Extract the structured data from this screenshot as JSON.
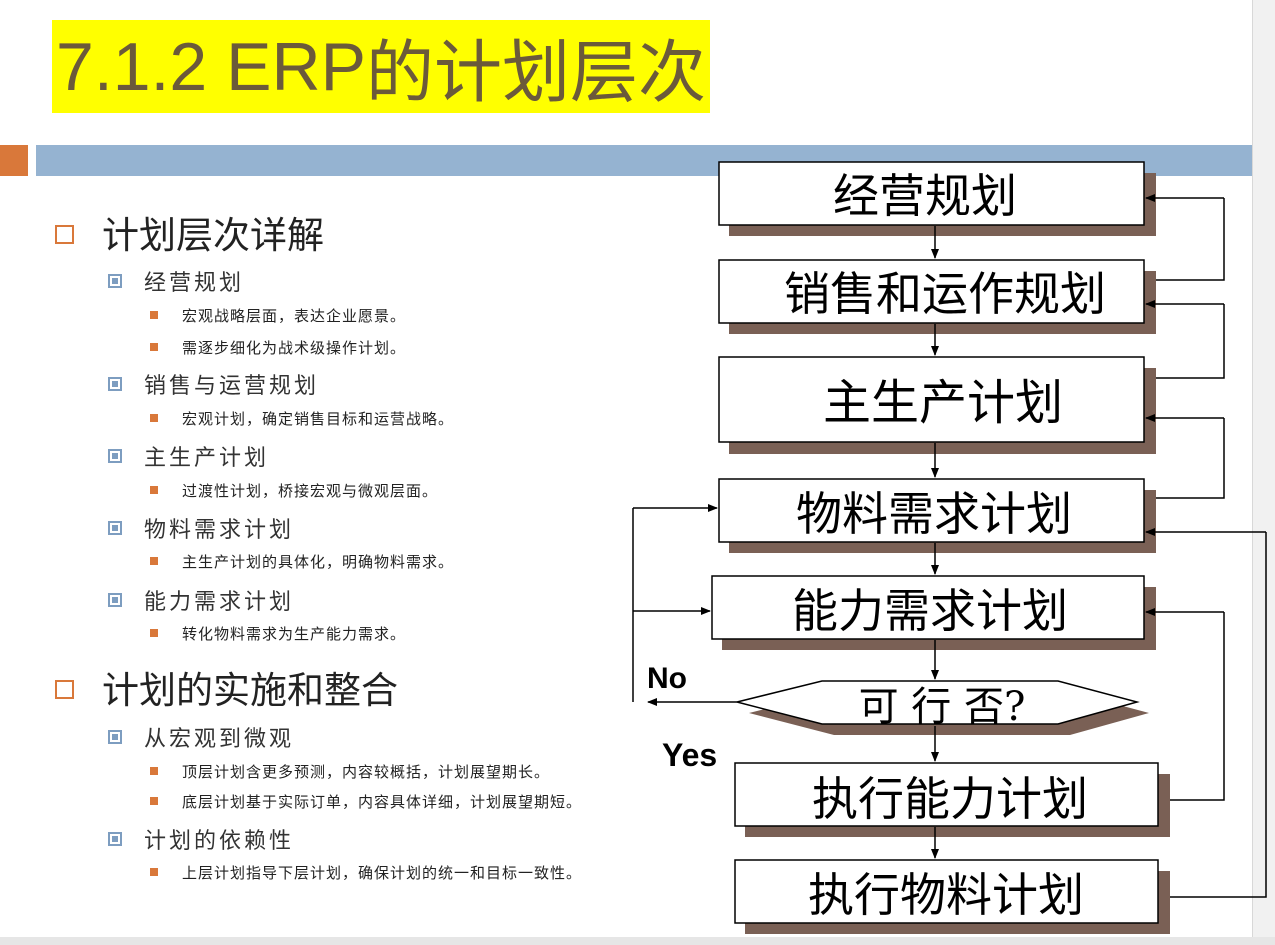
{
  "title": {
    "latin": "7.1.2 ERP",
    "cjk": "的计划层次"
  },
  "outline": [
    {
      "label": "计划层次详解",
      "children": [
        {
          "label": "经营规划",
          "items": [
            "宏观战略层面，表达企业愿景。",
            "需逐步细化为战术级操作计划。"
          ]
        },
        {
          "label": "销售与运营规划",
          "items": [
            "宏观计划，确定销售目标和运营战略。"
          ]
        },
        {
          "label": "主生产计划",
          "items": [
            "过渡性计划，桥接宏观与微观层面。"
          ]
        },
        {
          "label": "物料需求计划",
          "items": [
            "主生产计划的具体化，明确物料需求。"
          ]
        },
        {
          "label": "能力需求计划",
          "items": [
            "转化物料需求为生产能力需求。"
          ]
        }
      ]
    },
    {
      "label": "计划的实施和整合",
      "children": [
        {
          "label": "从宏观到微观",
          "items": [
            "顶层计划含更多预测，内容较概括，计划展望期长。",
            "底层计划基于实际订单，内容具体详细，计划展望期短。"
          ]
        },
        {
          "label": "计划的依赖性",
          "items": [
            "上层计划指导下层计划，确保计划的统一和目标一致性。"
          ]
        }
      ]
    }
  ],
  "flowchart": {
    "boxes": [
      "经营规划",
      "销售和运作规划",
      "主生产计划",
      "物料需求计划",
      "能力需求计划",
      "执行能力计划",
      "执行物料计划"
    ],
    "decision": "可 行 否?",
    "no_label": "No",
    "yes_label": "Yes"
  },
  "colors": {
    "title_bg": "#ffff00",
    "title_text": "#6b5a3a",
    "accent_orange": "#d9783a",
    "bar_blue": "#95b3d1",
    "box_shadow": "#7a6055"
  }
}
